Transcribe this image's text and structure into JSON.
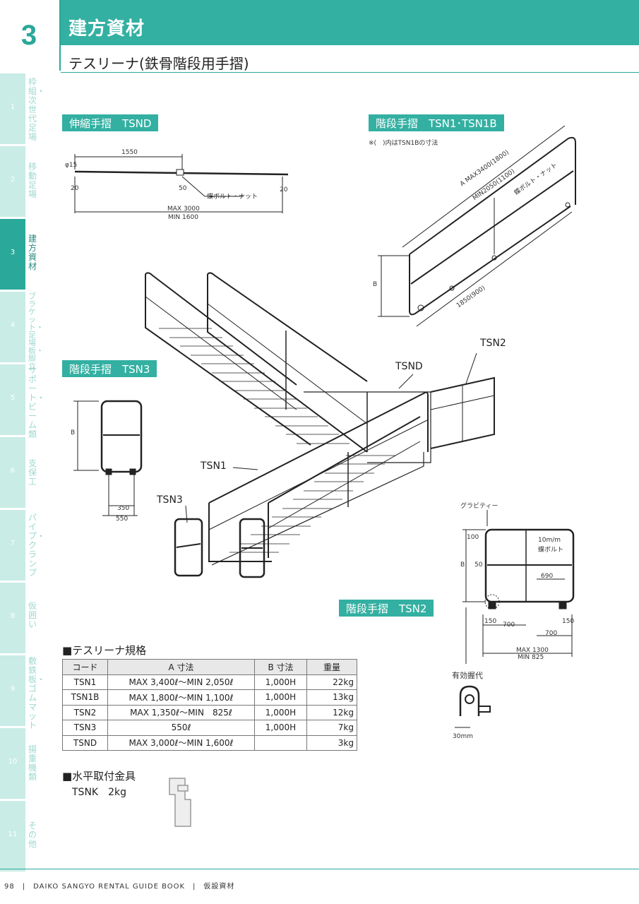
{
  "chapter": {
    "number": "3",
    "title": "建方資材",
    "subtitle": "テスリーナ(鉄骨階段用手摺)"
  },
  "sidebar": [
    {
      "num": "1",
      "label": "枠組・次世代足場"
    },
    {
      "num": "2",
      "label": "移動足場"
    },
    {
      "num": "3",
      "label": "建方資材"
    },
    {
      "num": "4",
      "label": "ブラケット・足場板・脚立"
    },
    {
      "num": "5",
      "label": "サポート・ビーム類"
    },
    {
      "num": "6",
      "label": "支保工"
    },
    {
      "num": "7",
      "label": "パイプ・クランプ"
    },
    {
      "num": "8",
      "label": "仮囲い"
    },
    {
      "num": "9",
      "label": "敷鉄板・ゴムマット"
    },
    {
      "num": "10",
      "label": "揚重機類"
    },
    {
      "num": "11",
      "label": "その他"
    }
  ],
  "sections": {
    "tsnd": "伸縮手摺　TSND",
    "tsn1": "階段手摺　TSN1･TSN1B",
    "tsn3": "階段手摺　TSN3",
    "tsn2": "階段手摺　TSN2"
  },
  "notes": {
    "tsn1b": "※(　)内はTSN1Bの寸法"
  },
  "dims": {
    "tsnd_len": "1550",
    "tsnd_dia": "φ15",
    "tsnd_h1": "20",
    "tsnd_h2": "50",
    "tsnd_h3": "20",
    "tsnd_bolt": "蝶ボルト・ナット",
    "tsnd_max": "MAX 3000",
    "tsnd_min": "MIN 1600",
    "tsn1_max": "A MAX3400(1800)",
    "tsn1_min": "MIN2050(1100)",
    "tsn1_bolt": "蝶ボルト・ナット",
    "tsn1_b": "B",
    "tsn1_base": "1850(900)",
    "tsn3_b": "B",
    "tsn3_w1": "350",
    "tsn3_w2": "550",
    "tsn2_grav": "グラビティー",
    "tsn2_100": "100",
    "tsn2_b": "B",
    "tsn2_50": "50",
    "tsn2_bolt1": "10m/m",
    "tsn2_bolt2": "蝶ボルト",
    "tsn2_690": "690",
    "tsn2_150a": "150",
    "tsn2_700a": "700",
    "tsn2_150b": "150",
    "tsn2_700b": "700",
    "tsn2_max": "MAX 1300",
    "tsn2_min": "MIN 825",
    "grip": "有効握代",
    "grip_mm": "30mm"
  },
  "callouts": {
    "tsn2": "TSN2",
    "tsnd": "TSND",
    "tsn1": "TSN1",
    "tsn3": "TSN3"
  },
  "spec": {
    "title": "■テスリーナ規格",
    "headers": [
      "コード",
      "A 寸法",
      "B 寸法",
      "重量"
    ],
    "rows": [
      [
        "TSN1",
        "MAX 3,400ℓ～MIN 2,050ℓ",
        "1,000H",
        "22kg"
      ],
      [
        "TSN1B",
        "MAX 1,800ℓ～MIN 1,100ℓ",
        "1,000H",
        "13kg"
      ],
      [
        "TSN2",
        "MAX 1,350ℓ～MIN　825ℓ",
        "1,000H",
        "12kg"
      ],
      [
        "TSN3",
        "550ℓ",
        "1,000H",
        "7kg"
      ],
      [
        "TSND",
        "MAX 3,000ℓ～MIN 1,600ℓ",
        "",
        "3kg"
      ]
    ]
  },
  "bracket": {
    "title": "■水平取付金具",
    "code": "TSNK　2kg"
  },
  "footer": "98　|　DAIKO SANGYO RENTAL GUIDE BOOK　|　仮設資材",
  "colors": {
    "accent": "#33b0a2",
    "sidebar_light": "#c9ece6"
  }
}
